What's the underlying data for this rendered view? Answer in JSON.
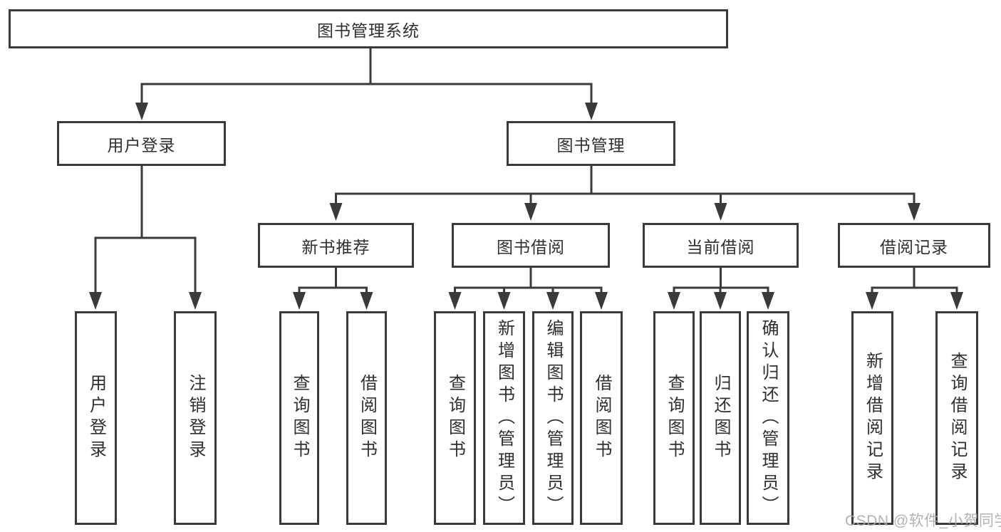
{
  "diagram": {
    "root": {
      "label": "图书管理系统"
    },
    "branches": [
      {
        "label": "用户登录",
        "children": [
          {
            "label": "用户登录"
          },
          {
            "label": "注销登录"
          }
        ]
      },
      {
        "label": "图书管理",
        "children": [
          {
            "label": "新书推荐",
            "children": [
              {
                "label": "查询图书"
              },
              {
                "label": "借阅图书"
              }
            ]
          },
          {
            "label": "图书借阅",
            "children": [
              {
                "label": "查询图书"
              },
              {
                "label": "新增图书（管理员）"
              },
              {
                "label": "编辑图书（管理员）"
              },
              {
                "label": "借阅图书"
              }
            ]
          },
          {
            "label": "当前借阅",
            "children": [
              {
                "label": "查询图书"
              },
              {
                "label": "归还图书"
              },
              {
                "label": "确认归还（管理员）"
              }
            ]
          },
          {
            "label": "借阅记录",
            "children": [
              {
                "label": "新增借阅记录"
              },
              {
                "label": "查询借阅记录"
              }
            ]
          }
        ]
      }
    ]
  },
  "watermark": {
    "text": "CSDN @软件_小贺同学"
  },
  "colors": {
    "line": "#3a3a3a",
    "text": "#2f2f2f",
    "background": "#ffffff",
    "watermark": "#a8a8a8"
  }
}
